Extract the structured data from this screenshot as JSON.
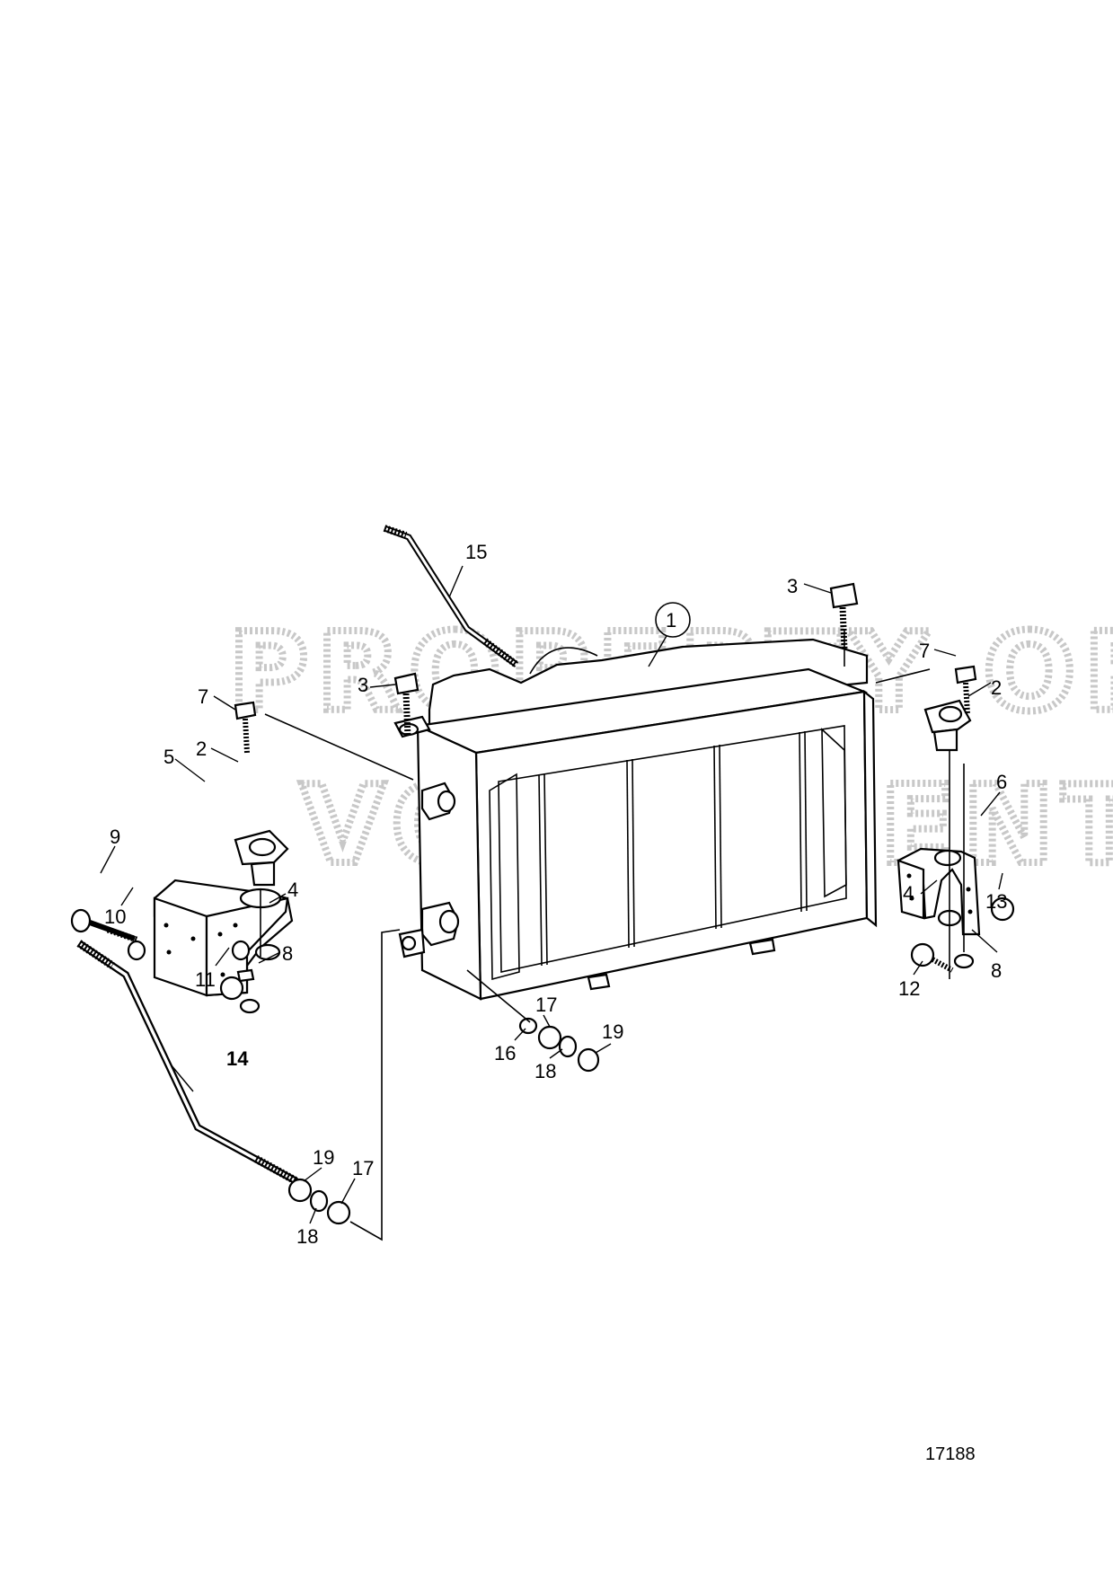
{
  "callouts": [
    {
      "id": "c1",
      "text": "1"
    },
    {
      "id": "c2a",
      "text": "2"
    },
    {
      "id": "c2b",
      "text": "2"
    },
    {
      "id": "c3a",
      "text": "3"
    },
    {
      "id": "c3b",
      "text": "3"
    },
    {
      "id": "c4a",
      "text": "4"
    },
    {
      "id": "c4b",
      "text": "4"
    },
    {
      "id": "c5",
      "text": "5"
    },
    {
      "id": "c6",
      "text": "6"
    },
    {
      "id": "c7a",
      "text": "7"
    },
    {
      "id": "c7b",
      "text": "7"
    },
    {
      "id": "c8a",
      "text": "8"
    },
    {
      "id": "c8b",
      "text": "8"
    },
    {
      "id": "c9",
      "text": "9"
    },
    {
      "id": "c10",
      "text": "10"
    },
    {
      "id": "c11",
      "text": "11"
    },
    {
      "id": "c12",
      "text": "12"
    },
    {
      "id": "c13",
      "text": "13"
    },
    {
      "id": "c14",
      "text": "14"
    },
    {
      "id": "c15",
      "text": "15"
    },
    {
      "id": "c16",
      "text": "16"
    },
    {
      "id": "c17a",
      "text": "17"
    },
    {
      "id": "c17b",
      "text": "17"
    },
    {
      "id": "c18a",
      "text": "18"
    },
    {
      "id": "c18b",
      "text": "18"
    },
    {
      "id": "c19a",
      "text": "19"
    },
    {
      "id": "c19b",
      "text": "19"
    }
  ],
  "drawing_number": "17188",
  "watermark": {
    "line1": "PROPERTY OF",
    "line2": "VOLVO PENTA"
  }
}
